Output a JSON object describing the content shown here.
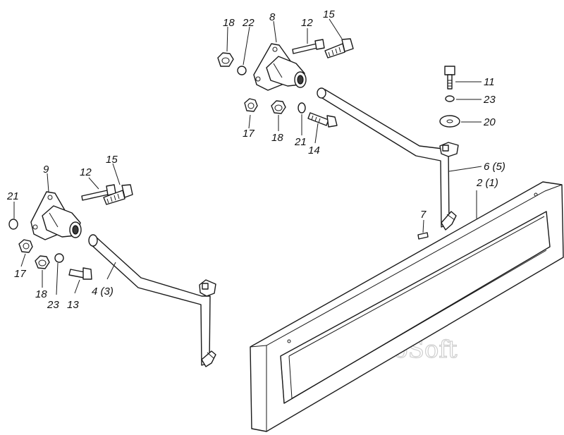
{
  "watermark": "AutoSoft",
  "labels": {
    "l18a": "18",
    "l22": "22",
    "l8": "8",
    "l12a": "12",
    "l15a": "15",
    "l11": "11",
    "l23a": "23",
    "l20": "20",
    "l17a": "17",
    "l18b": "18",
    "l21a": "21",
    "l14": "14",
    "l65": "6 (5)",
    "l21": "2 (1)",
    "l7": "7",
    "l9": "9",
    "l12b": "12",
    "l15b": "15",
    "l21b": "21",
    "l17b": "17",
    "l18c": "18",
    "l23b": "23",
    "l13": "13",
    "l43": "4 (3)"
  }
}
